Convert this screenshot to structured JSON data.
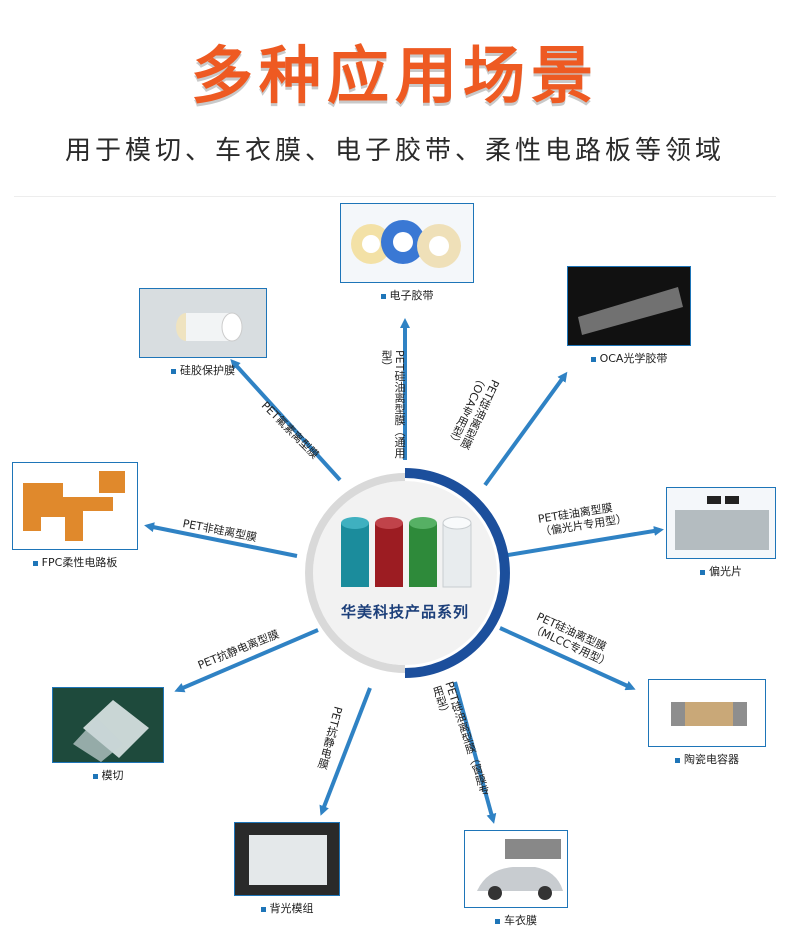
{
  "header": {
    "title": "多种应用场景",
    "subtitle": "用于模切、车衣膜、电子胶带、柔性电路板等领域"
  },
  "center": {
    "label": "华美科技产品系列"
  },
  "applications": [
    {
      "name": "电子胶带",
      "icon": "tape-rolls-image"
    },
    {
      "name": "OCA光学胶带",
      "icon": "optical-film-image"
    },
    {
      "name": "偏光片",
      "icon": "polarizer-glasses-image"
    },
    {
      "name": "陶瓷电容器",
      "icon": "ceramic-capacitor-image"
    },
    {
      "name": "车衣膜",
      "icon": "car-film-image"
    },
    {
      "name": "背光模组",
      "icon": "backlight-module-image"
    },
    {
      "name": "模切",
      "icon": "die-cut-film-image"
    },
    {
      "name": "FPC柔性电路板",
      "icon": "flexible-circuit-image"
    },
    {
      "name": "硅胶保护膜",
      "icon": "silicone-film-roll-image"
    }
  ],
  "film_types": {
    "top": "PET硅油离型膜（通用型）",
    "top_right": "PET硅油离型膜（OCA专用型）",
    "right": [
      "PET硅油离型膜",
      "（偏光片专用型）"
    ],
    "lower_right": [
      "PET硅油离型膜",
      "（MLCC专用型）"
    ],
    "bottom_right": "PET硅油离型膜（窗膜专用型）",
    "bottom_left": "PET抗静电膜",
    "lower_left": "PET抗静电离型膜",
    "left": "PET非硅离型膜",
    "top_left": "PET氟素离型膜"
  },
  "colors": {
    "title": "#ee5a22",
    "accent_blue": "#1e75b8",
    "ring_dark": "#1c4f9c",
    "film_teal": "#1b8c9c",
    "film_red": "#9c1c22",
    "film_green": "#2e8a3a",
    "film_white": "#e8ecee"
  }
}
